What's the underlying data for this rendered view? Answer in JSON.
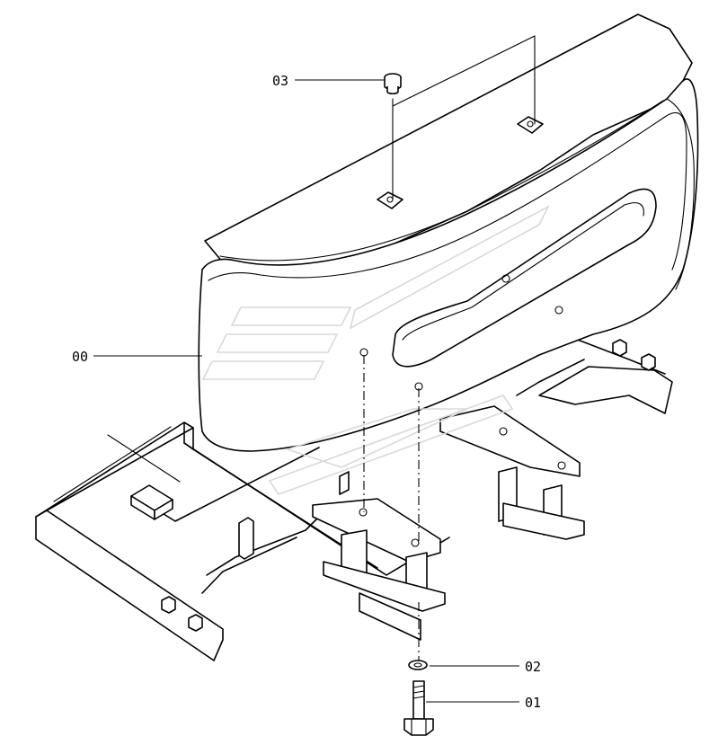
{
  "diagram": {
    "callouts": [
      {
        "id": "03",
        "label": "03"
      },
      {
        "id": "00",
        "label": "00"
      },
      {
        "id": "02",
        "label": "02"
      },
      {
        "id": "01",
        "label": "01"
      }
    ],
    "colors": {
      "line": "#000000",
      "background": "#ffffff",
      "watermark": "#d9d9d9"
    }
  }
}
